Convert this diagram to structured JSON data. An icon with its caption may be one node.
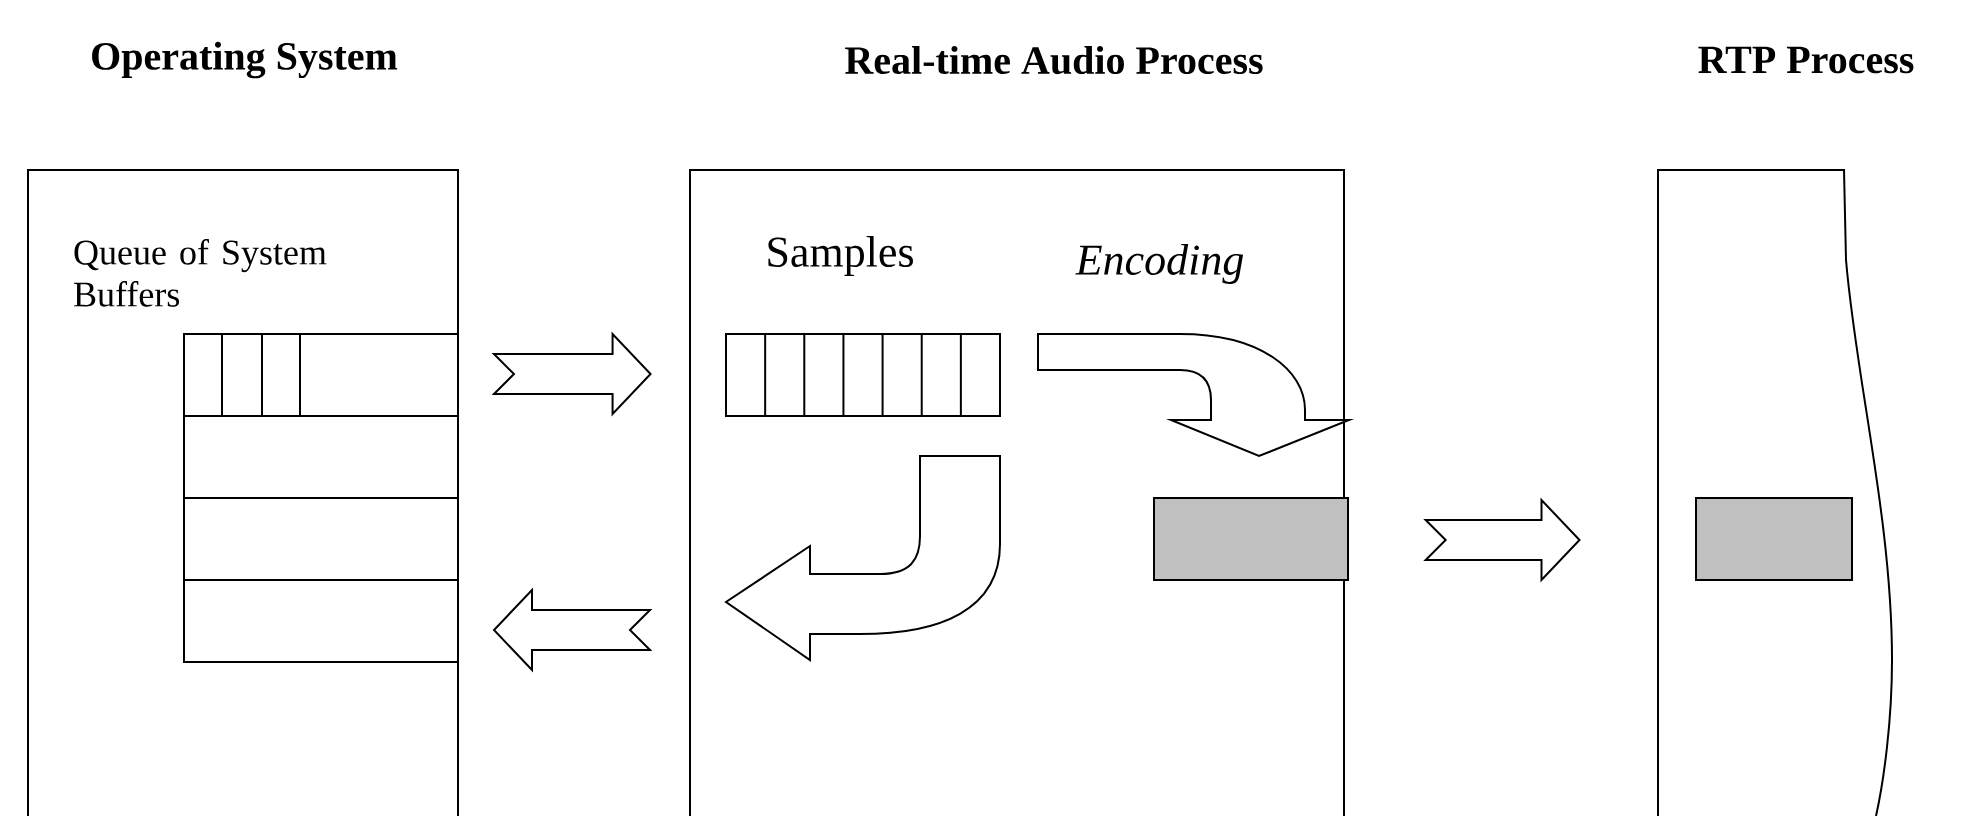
{
  "diagram": {
    "nodes": [
      {
        "text": [
          "Operating System"
        ]
      },
      {
        "text": [
          "Queue of System Buffers"
        ],
        "in": 0
      },
      {
        "text": [
          "Real-time Audio Process"
        ]
      },
      {
        "text": [
          "Samples"
        ],
        "in": 2
      },
      {
        "text": [],
        "shape": "box",
        "in": 2
      },
      {
        "text": [
          "RTP Process"
        ]
      },
      {
        "text": [],
        "shape": "box",
        "in": 5
      }
    ],
    "edges": [
      {
        "from": 1,
        "to": 3,
        "arrow": "to"
      },
      {
        "from": 3,
        "to": 4,
        "arrow": "to",
        "label": "Encoding"
      },
      {
        "from": 3,
        "to": null,
        "arrow": "to"
      },
      {
        "from": null,
        "to": 1,
        "arrow": "to"
      },
      {
        "from": 4,
        "to": 6,
        "arrow": "to"
      }
    ]
  }
}
